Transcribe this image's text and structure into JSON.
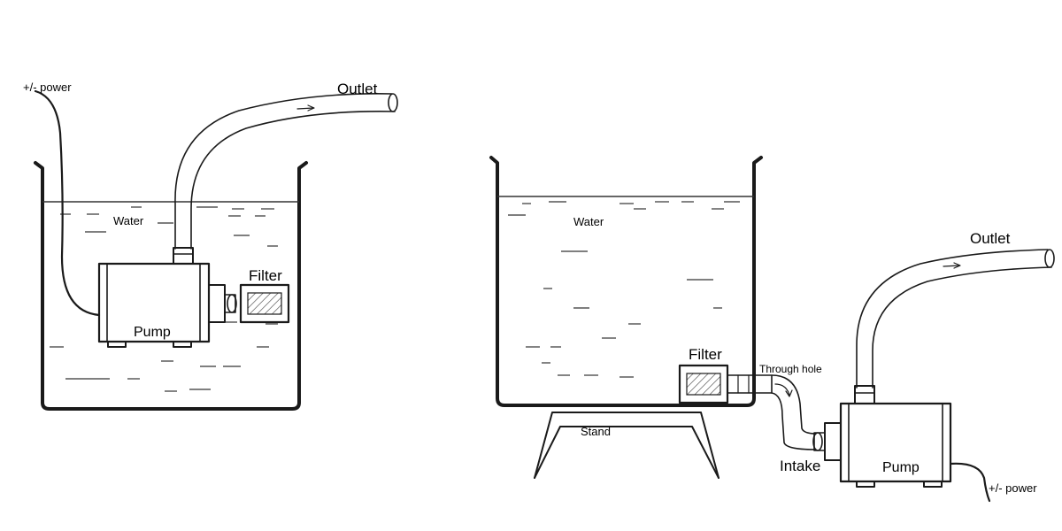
{
  "left_setup": {
    "power_label": "+/- power",
    "outlet_label": "Outlet",
    "water_label": "Water",
    "pump_label": "Pump",
    "filter_label": "Filter"
  },
  "right_setup": {
    "water_label": "Water",
    "filter_label": "Filter",
    "through_hole_label": "Through hole",
    "stand_label": "Stand",
    "outlet_label": "Outlet",
    "intake_label": "Intake",
    "pump_label": "Pump",
    "power_label": "+/- power"
  },
  "colors": {
    "line": "#1a1a1a",
    "background": "#ffffff"
  }
}
